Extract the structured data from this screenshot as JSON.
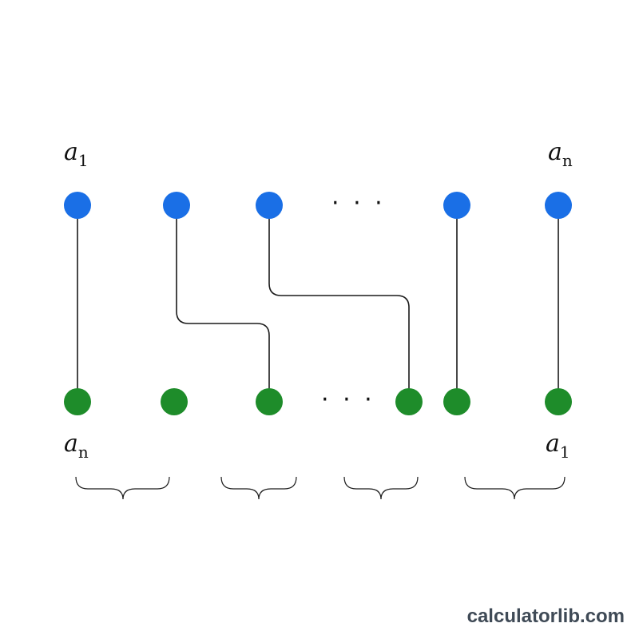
{
  "labels": {
    "top_left": {
      "base": "a",
      "sub": "1"
    },
    "top_right": {
      "base": "a",
      "sub": "n"
    },
    "bottom_left": {
      "base": "a",
      "sub": "n"
    },
    "bottom_right": {
      "base": "a",
      "sub": "1"
    }
  },
  "ellipsis_top": "· · ·",
  "ellipsis_bottom": "· · ·",
  "colors": {
    "top_node": "#1a6fe6",
    "bottom_node": "#1e8c2a",
    "wire": "#1a1a1a"
  },
  "watermark": "calculatorlib.com"
}
